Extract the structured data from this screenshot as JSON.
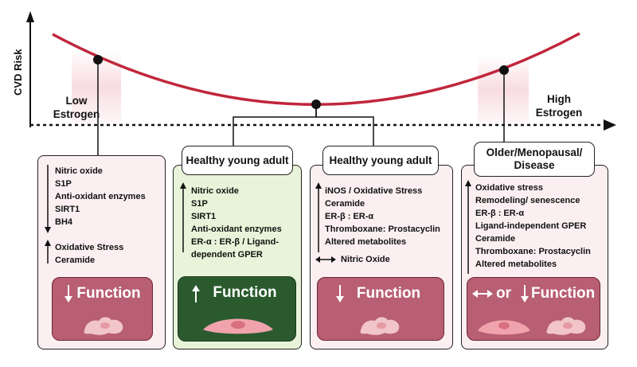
{
  "axis": {
    "y_label": "CVD Risk"
  },
  "regions": {
    "low": "Low Estrogen",
    "high": "High Estrogen"
  },
  "panels": [
    {
      "header": "",
      "up_items": [
        "Oxidative Stress",
        "Ceramide"
      ],
      "down_items": [
        "Nitric oxide",
        "S1P",
        "Anti-oxidant enzymes",
        "SIRT1",
        "BH4"
      ],
      "function": "Function",
      "function_direction": "down"
    },
    {
      "header": "Healthy young adult",
      "up_items": [
        "Nitric oxide",
        "S1P",
        "SIRT1",
        "Anti-oxidant enzymes",
        "ER-α : ER-β / Ligand-dependent GPER"
      ],
      "function": "Function",
      "function_direction": "up"
    },
    {
      "header": "Healthy young adult",
      "up_items": [
        "iNOS / Oxidative Stress",
        "Ceramide",
        "ER-β : ER-α",
        "Thromboxane: Prostacyclin",
        "Altered metabolites"
      ],
      "neutral_items": [
        "Nitric Oxide"
      ],
      "function": "Function",
      "function_direction": "down"
    },
    {
      "header": "Older/Menopausal/ Disease",
      "up_items": [
        "Oxidative stress",
        "Remodeling/ senescence",
        "ER-β : ER-α",
        "Ligand-independent GPER",
        "Ceramide",
        "Thromboxane: Prostacyclin",
        "Altered metabolites"
      ],
      "function": "Function",
      "function_connector": "or",
      "function_direction": "neutral-or-down"
    }
  ],
  "colors": {
    "curve": "#c0263a",
    "panel_pink": "#fbeff1",
    "panel_green": "#e8f4d9",
    "function_pink": "#b85f73",
    "function_green": "#2a5a2e"
  }
}
